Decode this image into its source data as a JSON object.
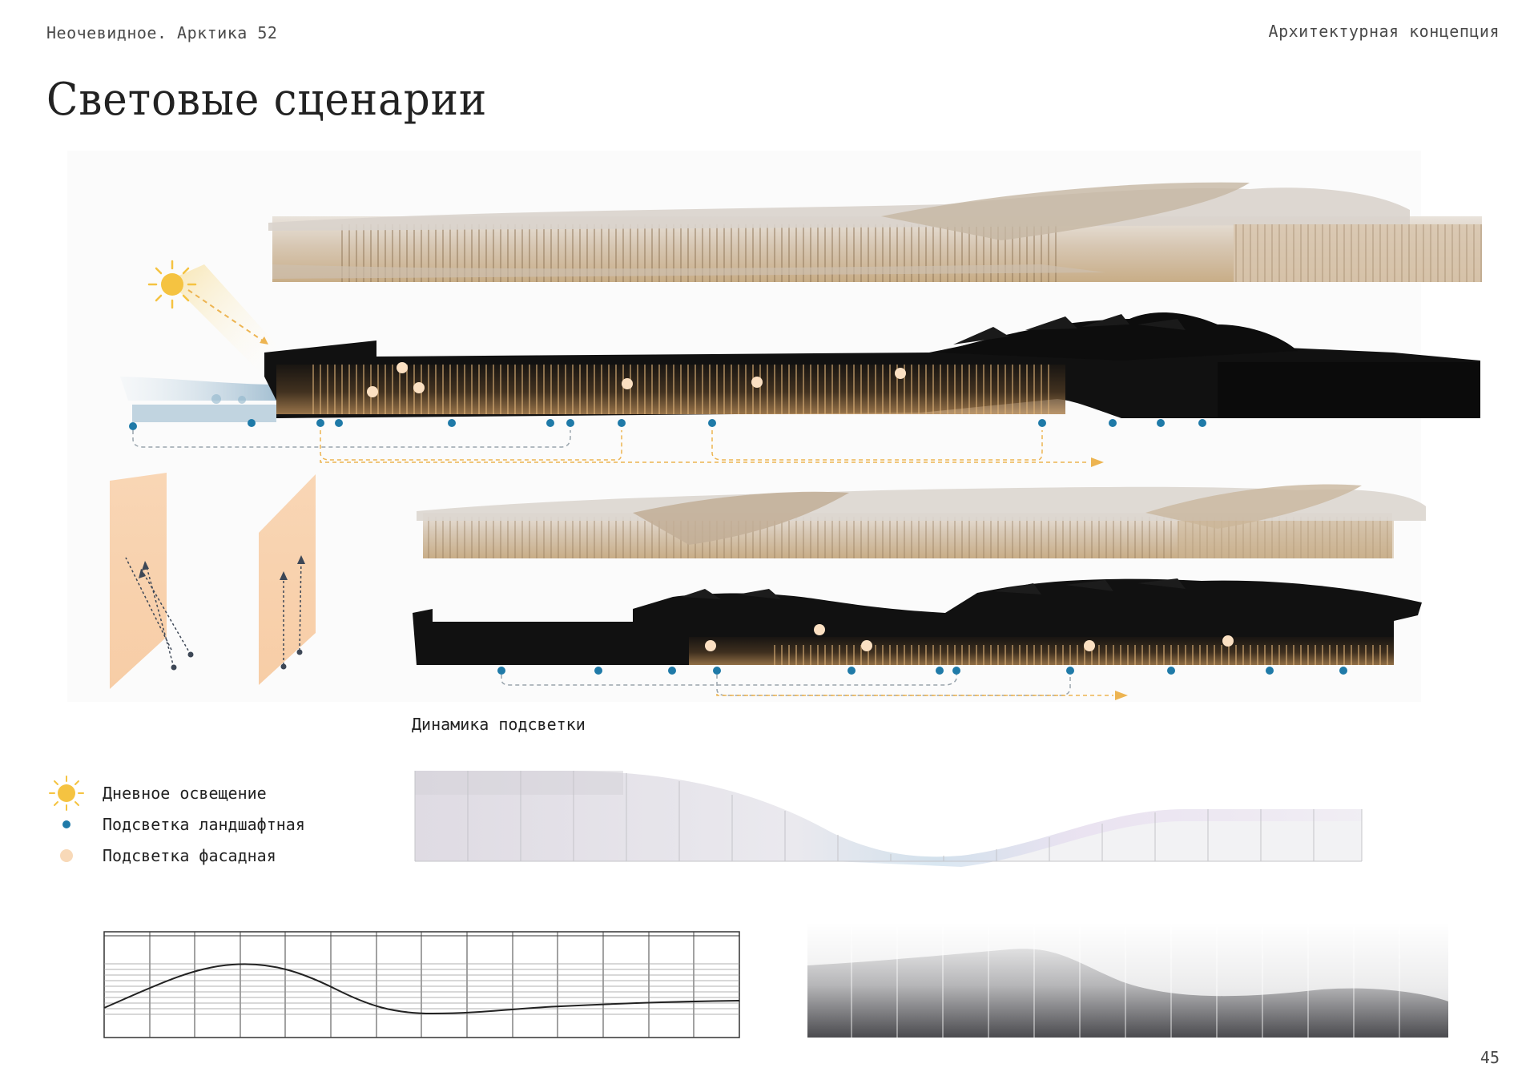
{
  "header": {
    "project": "Неочевидное. Арктика 52",
    "section": "Архитектурная концепция"
  },
  "title": "Световые сценарии",
  "dynamics_label": "Динамика подсветки",
  "legend": [
    {
      "label": "Дневное освещение",
      "icon": "sun-icon",
      "color": "#F5C341"
    },
    {
      "label": "Подсветка ландшафтная",
      "icon": "blue-dot-icon",
      "color": "#1F7AA8"
    },
    {
      "label": "Подсветка фасадная",
      "icon": "peach-dot-icon",
      "color": "#F8D9B8"
    }
  ],
  "page_number": "45",
  "colors": {
    "accent_sun": "#F5C341",
    "landscape_light": "#1F7AA8",
    "facade_light": "#F8D9B8",
    "arrow": "#EDB451",
    "night_building": "#111111"
  }
}
